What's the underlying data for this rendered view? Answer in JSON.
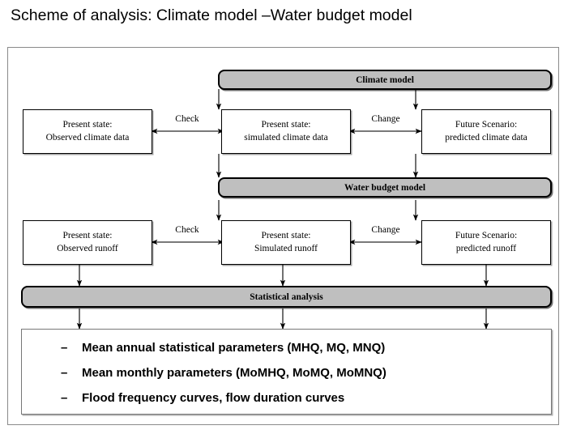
{
  "page": {
    "title": "Scheme of analysis: Climate model –Water budget model"
  },
  "diagram": {
    "bands": [
      {
        "id": "climate-model",
        "label": "Climate model"
      },
      {
        "id": "water-budget-model",
        "label": "Water budget model"
      },
      {
        "id": "statistical-analysis",
        "label": "Statistical analysis"
      }
    ],
    "row_climate": {
      "left": {
        "line1": "Present state:",
        "line2": "Observed climate data"
      },
      "middle": {
        "line1": "Present state:",
        "line2": "simulated climate data"
      },
      "right": {
        "line1": "Future Scenario:",
        "line2": "predicted climate data"
      },
      "label_left": "Check",
      "label_right": "Change"
    },
    "row_runoff": {
      "left": {
        "line1": "Present state:",
        "line2": "Observed runoff"
      },
      "middle": {
        "line1": "Present state:",
        "line2": "Simulated runoff"
      },
      "right": {
        "line1": "Future Scenario:",
        "line2": "predicted runoff"
      },
      "label_left": "Check",
      "label_right": "Change"
    },
    "results": {
      "bullet_marker": "–",
      "items": [
        "Mean annual statistical parameters  (MHQ, MQ, MNQ)",
        "Mean monthly parameters (MoMHQ, MoMQ, MoMNQ)",
        "Flood frequency curves, flow duration curves"
      ]
    },
    "colors": {
      "band_fill": "#bfbfbf",
      "band_stroke": "#000000",
      "box_fill": "#ffffff",
      "box_stroke": "#000000",
      "frame_stroke": "#8a8a8a",
      "text": "#000000",
      "connector": "#4d4d4d"
    }
  }
}
